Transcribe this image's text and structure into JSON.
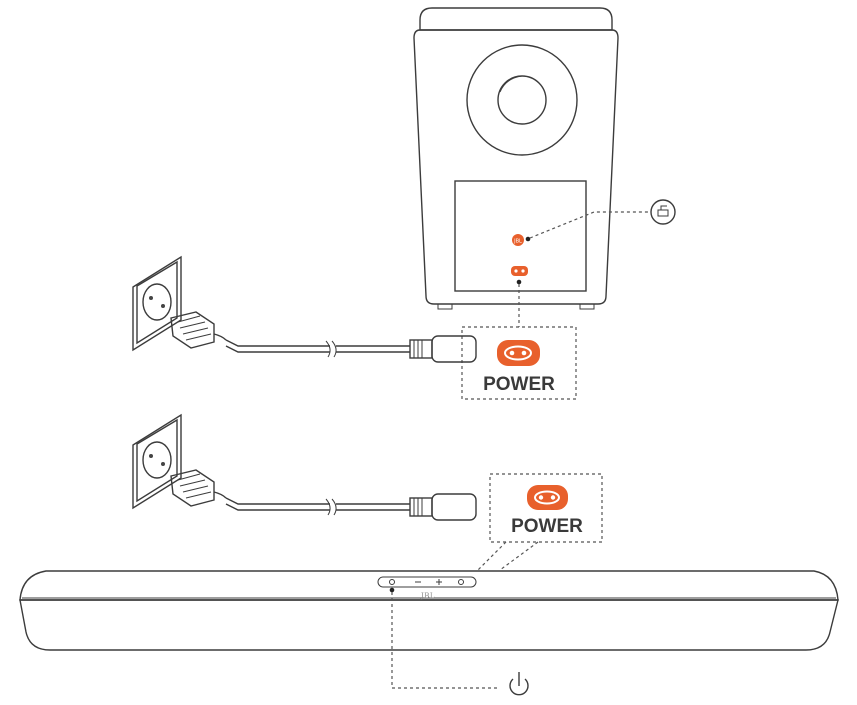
{
  "subwoofer": {
    "power_label": "POWER"
  },
  "soundbar": {
    "power_label": "POWER",
    "brand": "JBL"
  },
  "colors": {
    "accent_orange": "#e8602c",
    "line": "#3c3c3c"
  },
  "icons": {
    "connect": "connect-icon",
    "power": "power-icon",
    "ac_socket": "ac-socket-icon",
    "wall_outlet": "wall-outlet-icon",
    "power_plug": "power-plug-icon"
  }
}
